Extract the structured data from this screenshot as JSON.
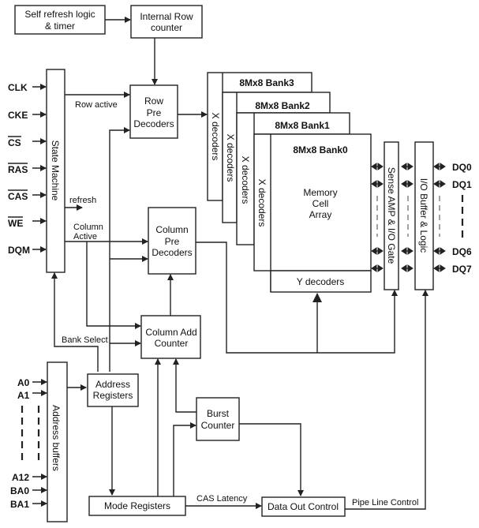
{
  "title": "SDRAM functional block diagram",
  "blocks": {
    "self_refresh": [
      "Self refresh logic",
      "& timer"
    ],
    "internal_row_counter": [
      "Internal Row",
      "counter"
    ],
    "row_pre_decoders": [
      "Row",
      "Pre",
      "Decoders"
    ],
    "state_machine": "State Machine",
    "column_pre_decoders": [
      "Column",
      "Pre",
      "Decoders"
    ],
    "column_add_counter": [
      "Column Add",
      "Counter"
    ],
    "address_buffers": "Address buffers",
    "address_registers": [
      "Address",
      "Registers"
    ],
    "burst_counter": [
      "Burst",
      "Counter"
    ],
    "mode_registers": "Mode Registers",
    "data_out_control": "Data Out Control",
    "sense_amp": "Sense AMP & I/O Gate",
    "io_buffer": "I/O Buffer & Logic",
    "y_decoders": "Y decoders",
    "memory_cell_array": [
      "Memory",
      "Cell",
      "Array"
    ],
    "x_decoders": "X decoders",
    "banks": [
      "8Mx8 Bank3",
      "8Mx8 Bank2",
      "8Mx8 Bank1",
      "8Mx8 Bank0"
    ]
  },
  "signals": {
    "row_active": "Row  active",
    "refresh": "refresh",
    "column_active": [
      "Column",
      "Active"
    ],
    "bank_select": "Bank Select",
    "cas_latency": "CAS Latency",
    "pipe_line_control": "Pipe Line Control"
  },
  "control_pins": [
    {
      "name": "CLK",
      "overbar": false
    },
    {
      "name": "CKE",
      "overbar": false
    },
    {
      "name": "CS",
      "overbar": true
    },
    {
      "name": "RAS",
      "overbar": true
    },
    {
      "name": "CAS",
      "overbar": true
    },
    {
      "name": "WE",
      "overbar": true
    },
    {
      "name": "DQM",
      "overbar": false
    }
  ],
  "address_pins": [
    "A0",
    "A1",
    "A12",
    "BA0",
    "BA1"
  ],
  "data_pins": [
    "DQ0",
    "DQ1",
    "DQ6",
    "DQ7"
  ]
}
